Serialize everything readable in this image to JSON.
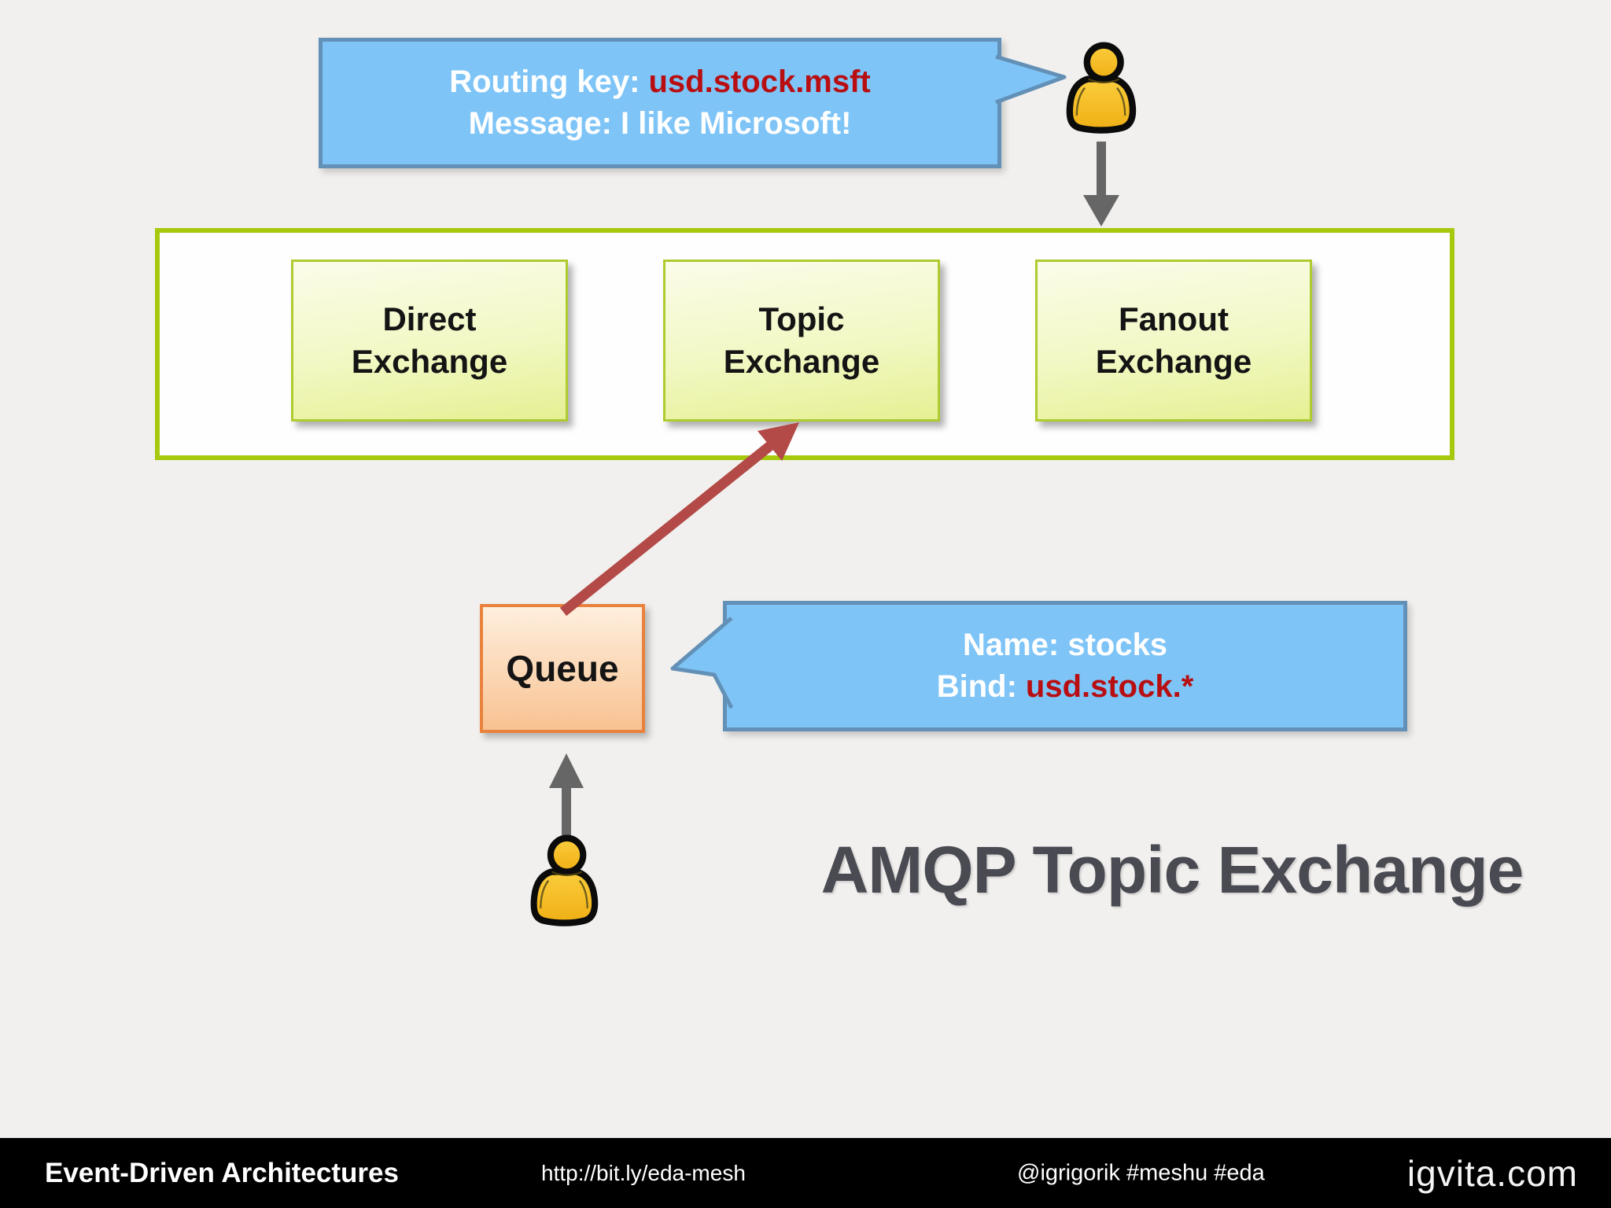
{
  "slide": {
    "title": "AMQP Topic Exchange"
  },
  "routing_callout": {
    "line1_label": "Routing key:",
    "line1_value": "usd.stock.msft",
    "line2": "Message: I like Microsoft!"
  },
  "exchanges_panel": {
    "boxes": [
      {
        "line1": "Direct",
        "line2": "Exchange"
      },
      {
        "line1": "Topic",
        "line2": "Exchange"
      },
      {
        "line1": "Fanout",
        "line2": "Exchange"
      }
    ]
  },
  "queue": {
    "label": "Queue"
  },
  "binding_callout": {
    "line1": "Name: stocks",
    "line2_label": "Bind:",
    "line2_value": "usd.stock.*"
  },
  "footer": {
    "left": "Event-Driven Architectures",
    "url": "http://bit.ly/eda-mesh",
    "social": "@igrigorik #meshu #eda",
    "logo": "igvita.com"
  },
  "colors": {
    "background": "#F1F0EE",
    "callout_fill": "#7EC4F7",
    "callout_border": "#6390B6",
    "value_red": "#B80E12",
    "panel_border": "#A6C80D",
    "exchange_box_border": "#AECB2F",
    "queue_border": "#E8823C",
    "arrow_red": "#B34A47",
    "arrow_gray": "#666666",
    "person_gold": "#F7C325",
    "title_gray": "#4A4A52",
    "footer_bg": "#000000"
  }
}
